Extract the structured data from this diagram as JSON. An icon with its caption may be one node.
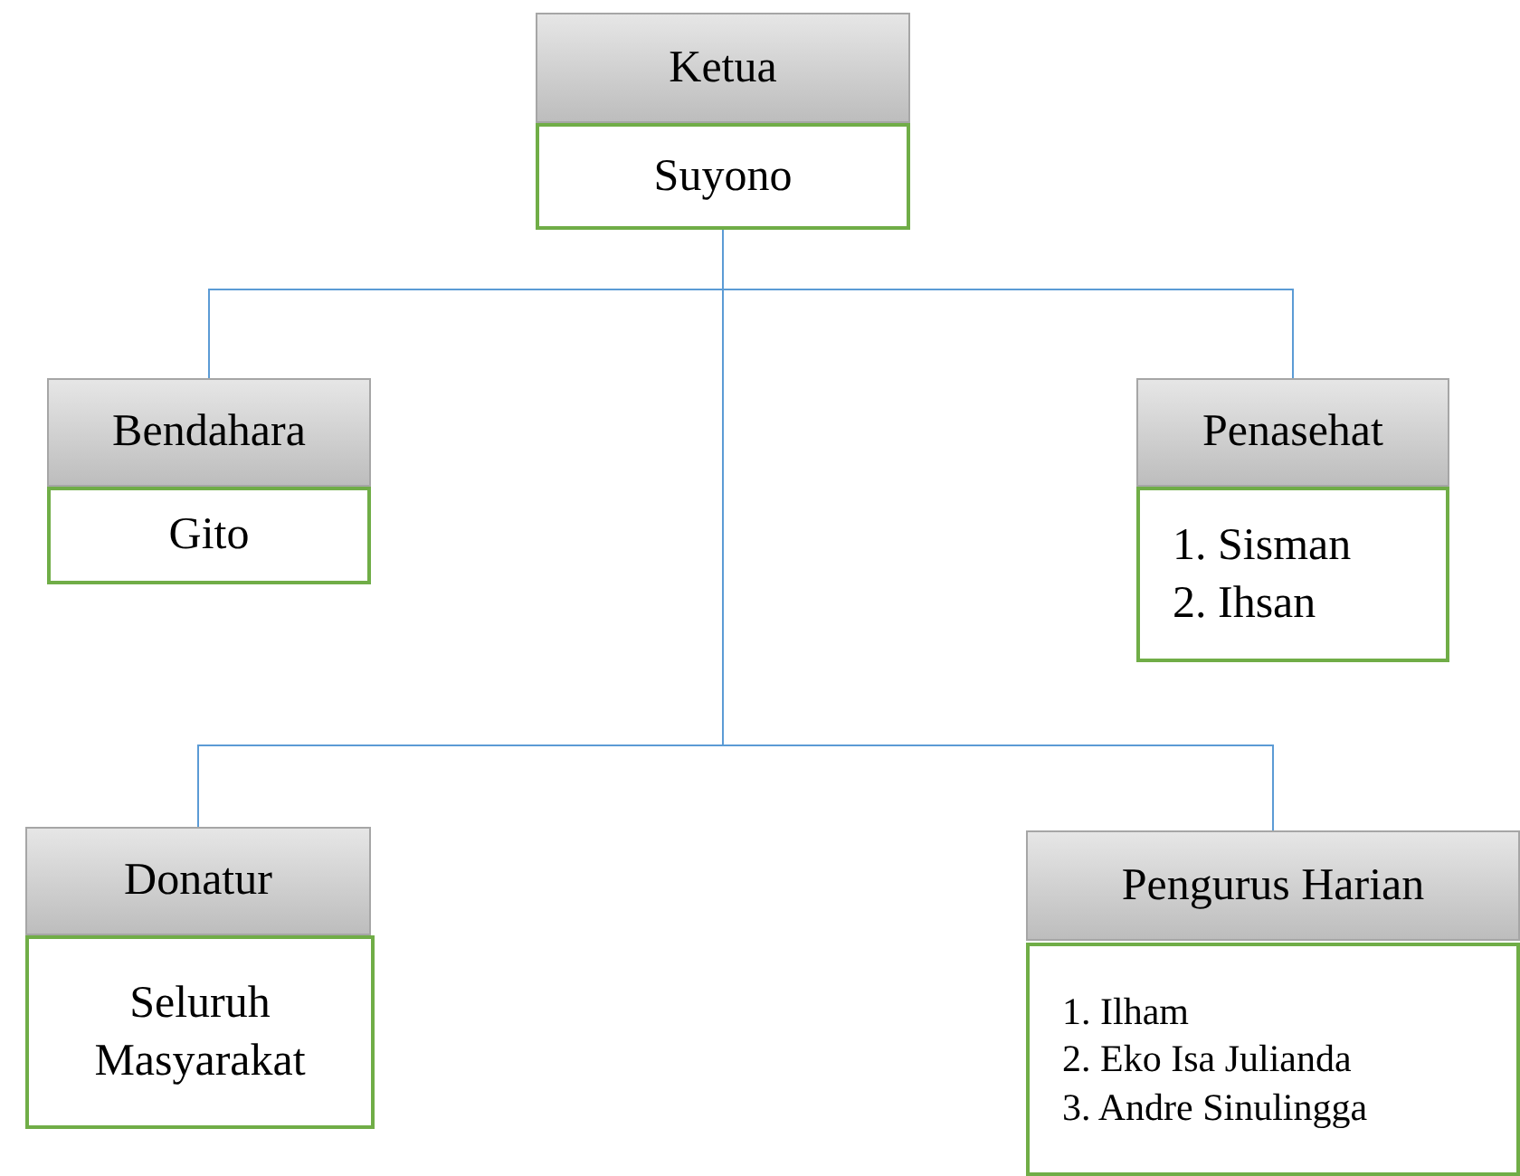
{
  "diagram": {
    "nodes": [
      {
        "text": [
          "Ketua"
        ]
      },
      {
        "text": [
          "Suyono"
        ]
      },
      {
        "text": [
          "Bendahara"
        ]
      },
      {
        "text": [
          "Gito"
        ]
      },
      {
        "text": [
          "Penasehat"
        ]
      },
      {
        "text": [
          "1. Sisman",
          "2. Ihsan"
        ]
      },
      {
        "text": [
          "Donatur"
        ]
      },
      {
        "text": [
          "Seluruh Masyarakat"
        ]
      },
      {
        "text": [
          "Pengurus Harian"
        ]
      },
      {
        "text": [
          "1. Ilham",
          "2. Eko Isa Julianda",
          "3. Andre Sinulingga"
        ]
      }
    ],
    "edges": [
      {
        "from": 1,
        "to": 2,
        "arrow": "none"
      },
      {
        "from": 1,
        "to": 4,
        "arrow": "none"
      },
      {
        "from": 1,
        "to": 6,
        "arrow": "none"
      },
      {
        "from": 1,
        "to": 8,
        "arrow": "none"
      }
    ]
  }
}
